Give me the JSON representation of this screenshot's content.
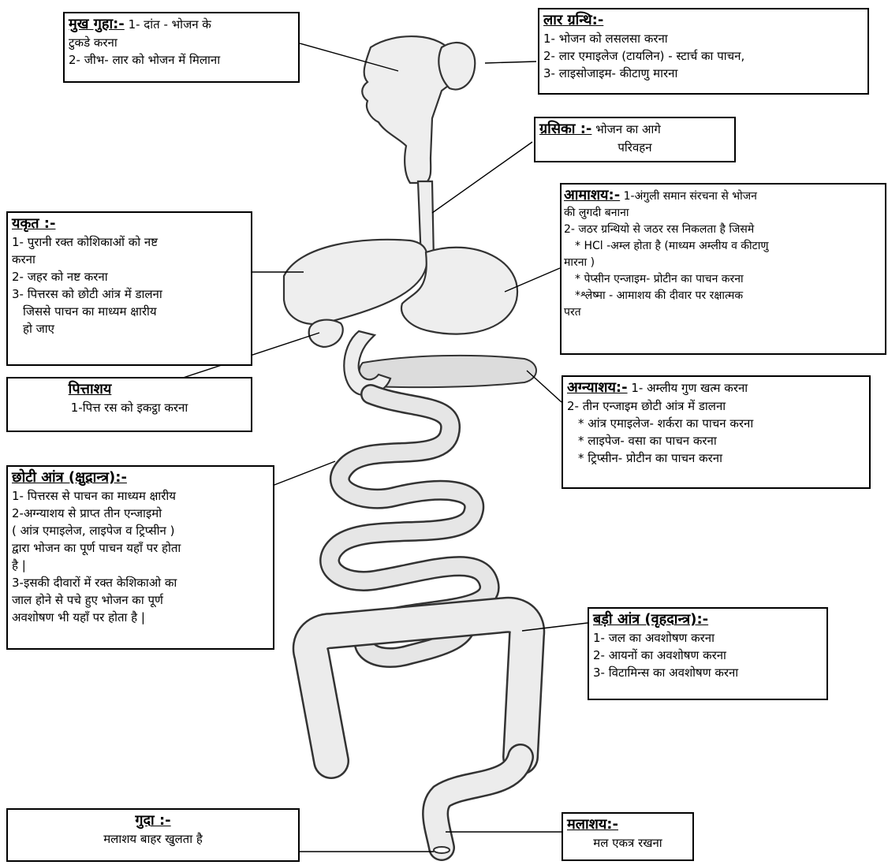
{
  "mouth": {
    "title": "मुख गुहा:-",
    "line1": "1- दांत - भोजन के",
    "line2": "टुकडे करना",
    "line3": "2- जीभ- लार को भोजन में मिलाना"
  },
  "salivary": {
    "title": "लार ग्रन्थि:-",
    "line1": "1- भोजन को लसलसा करना",
    "line2": "2- लार एमाइलेज (टायलिन) - स्टार्च का पाचन,",
    "line3": "3- लाइसोजाइम- कीटाणु मारना"
  },
  "esophagus": {
    "title": "ग्रसिका :-",
    "line1": "भोजन का आगे",
    "line2": "परिवहन"
  },
  "stomach": {
    "title": "आमाशय:-",
    "line1": "1-अंगुली समान संरचना से भोजन",
    "line2": "की लुगदी बनाना",
    "line3": "2- जठर ग्रन्थियो से जठर रस निकलता है जिसमे",
    "line4": "* HCl -अम्ल होता है (माध्यम अम्लीय व कीटाणु",
    "line5": "मारना )",
    "line6": "* पेप्सीन एन्जाइम- प्रोटीन का पाचन करना",
    "line7": "*श्लेष्मा - आमाशय की दीवार पर रक्षात्मक",
    "line8": "परत"
  },
  "liver": {
    "title": "यकृत :-",
    "line1": "1- पुरानी रक्त कोशिकाओं को नष्ट",
    "line2": "करना",
    "line3": "2- जहर को नष्ट करना",
    "line4": "3- पित्तरस को छोटी आंत्र में डालना",
    "line5": "जिससे पाचन का माध्यम क्षारीय",
    "line6": "हो जाए"
  },
  "gallbladder": {
    "title": "पित्ताशय",
    "line1": "1-पित्त रस को इकट्ठा करना"
  },
  "pancreas": {
    "title": "अग्न्याशय:-",
    "line1": "1- अम्लीय गुण खत्म करना",
    "line2": "2- तीन एन्जाइम छोटी आंत्र में डालना",
    "line3": "* आंत्र एमाइलेज- शर्करा का पाचन करना",
    "line4": "* लाइपेज- वसा का पाचन करना",
    "line5": "* ट्रिप्सीन- प्रोटीन का पाचन करना"
  },
  "small_intestine": {
    "title": "छोटी आंत्र (क्षुद्रान्त्र):-",
    "line1": "1- पित्तरस से पाचन का माध्यम क्षारीय",
    "line2": "2-अग्न्याशय से प्राप्त तीन एन्जाइमो",
    "line3": "( आंत्र एमाइलेज, लाइपेज व ट्रिप्सीन )",
    "line4": "द्वारा भोजन का पूर्ण पाचन यहाँ पर होता",
    "line5": "है |",
    "line6": "3-इसकी दीवारों में रक्त केशिकाओ का",
    "line7": "जाल होने से पचे हुए भोजन का पूर्ण",
    "line8": "अवशोषण भी यहाँ पर होता है |"
  },
  "large_intestine": {
    "title": "बड़ी आंत्र (वृहदान्त्र):-",
    "line1": "1- जल का अवशोषण करना",
    "line2": "2- आयनों का अवशोषण करना",
    "line3": "3- विटामिन्स का अवशोषण करना"
  },
  "anus": {
    "title": "गुदा :-",
    "line1": "मलाशय बाहर खुलता है"
  },
  "rectum": {
    "title": "मलाशय:-",
    "line1": "मल एकत्र रखना"
  }
}
